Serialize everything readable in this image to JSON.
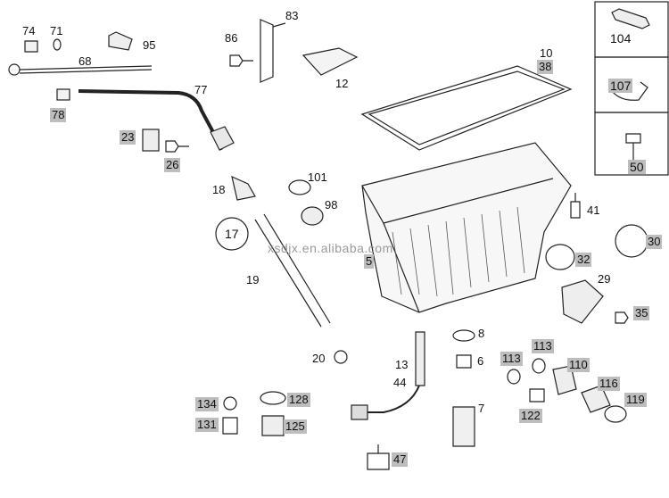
{
  "watermark": "xsdjx.en.alibaba.com",
  "callouts": [
    {
      "id": "74",
      "label": "74",
      "highlight": false
    },
    {
      "id": "71",
      "label": "71",
      "highlight": false
    },
    {
      "id": "95",
      "label": "95",
      "highlight": false
    },
    {
      "id": "68",
      "label": "68",
      "highlight": false
    },
    {
      "id": "78",
      "label": "78",
      "highlight": true
    },
    {
      "id": "77",
      "label": "77",
      "highlight": false
    },
    {
      "id": "83",
      "label": "83",
      "highlight": false
    },
    {
      "id": "86",
      "label": "86",
      "highlight": false
    },
    {
      "id": "12",
      "label": "12",
      "highlight": false
    },
    {
      "id": "23",
      "label": "23",
      "highlight": true
    },
    {
      "id": "26",
      "label": "26",
      "highlight": true
    },
    {
      "id": "10",
      "label": "10",
      "highlight": false
    },
    {
      "id": "38",
      "label": "38",
      "highlight": true
    },
    {
      "id": "104",
      "label": "104",
      "highlight": false
    },
    {
      "id": "107",
      "label": "107",
      "highlight": true
    },
    {
      "id": "50",
      "label": "50",
      "highlight": true
    },
    {
      "id": "18",
      "label": "18",
      "highlight": false
    },
    {
      "id": "17",
      "label": "17",
      "highlight": false
    },
    {
      "id": "19",
      "label": "19",
      "highlight": false
    },
    {
      "id": "101",
      "label": "101",
      "highlight": false
    },
    {
      "id": "98",
      "label": "98",
      "highlight": false
    },
    {
      "id": "5",
      "label": "5",
      "highlight": true
    },
    {
      "id": "41",
      "label": "41",
      "highlight": false
    },
    {
      "id": "30",
      "label": "30",
      "highlight": true
    },
    {
      "id": "32",
      "label": "32",
      "highlight": true
    },
    {
      "id": "29",
      "label": "29",
      "highlight": false
    },
    {
      "id": "35",
      "label": "35",
      "highlight": true
    },
    {
      "id": "8",
      "label": "8",
      "highlight": false
    },
    {
      "id": "20",
      "label": "20",
      "highlight": false
    },
    {
      "id": "13",
      "label": "13",
      "highlight": false
    },
    {
      "id": "44",
      "label": "44",
      "highlight": false
    },
    {
      "id": "6",
      "label": "6",
      "highlight": false
    },
    {
      "id": "113a",
      "label": "113",
      "highlight": true
    },
    {
      "id": "113b",
      "label": "113",
      "highlight": true
    },
    {
      "id": "110",
      "label": "110",
      "highlight": true
    },
    {
      "id": "116",
      "label": "116",
      "highlight": true
    },
    {
      "id": "119",
      "label": "119",
      "highlight": true
    },
    {
      "id": "122",
      "label": "122",
      "highlight": true
    },
    {
      "id": "7",
      "label": "7",
      "highlight": false
    },
    {
      "id": "134",
      "label": "134",
      "highlight": true
    },
    {
      "id": "128",
      "label": "128",
      "highlight": true
    },
    {
      "id": "131",
      "label": "131",
      "highlight": true
    },
    {
      "id": "125",
      "label": "125",
      "highlight": true
    },
    {
      "id": "47",
      "label": "47",
      "highlight": true
    }
  ]
}
